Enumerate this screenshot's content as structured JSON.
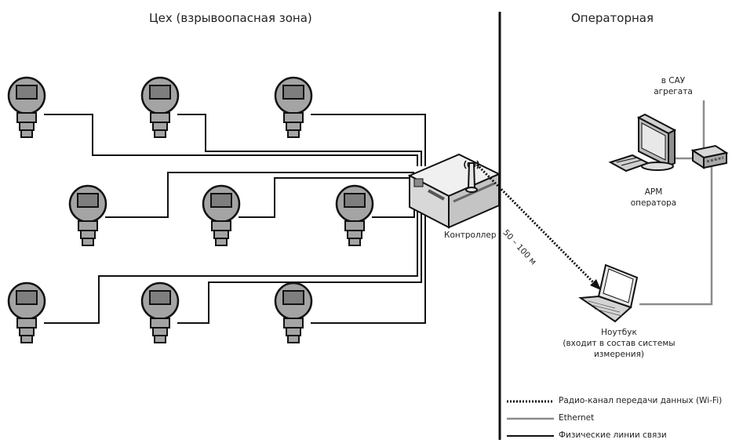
{
  "zones": {
    "left_title": "Цех (взрывоопасная зона)",
    "right_title": "Операторная"
  },
  "devices": {
    "controller": "Контроллер",
    "distance": "50 – 100 м",
    "sau_line1": "в САУ",
    "sau_line2": "агрегата",
    "apm_line1": "АРМ",
    "apm_line2": "оператора",
    "notebook_line1": "Ноутбук",
    "notebook_line2": "(входит в состав системы",
    "notebook_line3": "измерения)"
  },
  "legend": [
    {
      "label": "Радио-канал передачи данных (Wi-Fi)"
    },
    {
      "label": "Ethernet"
    },
    {
      "label": "Физические линии связи"
    }
  ],
  "colors": {
    "sensor_body": "#a4a4a4",
    "sensor_window": "#7e7e7e",
    "line": "#111111",
    "ethernet": "#8c8c8c",
    "controller": "#e0e0e0"
  }
}
